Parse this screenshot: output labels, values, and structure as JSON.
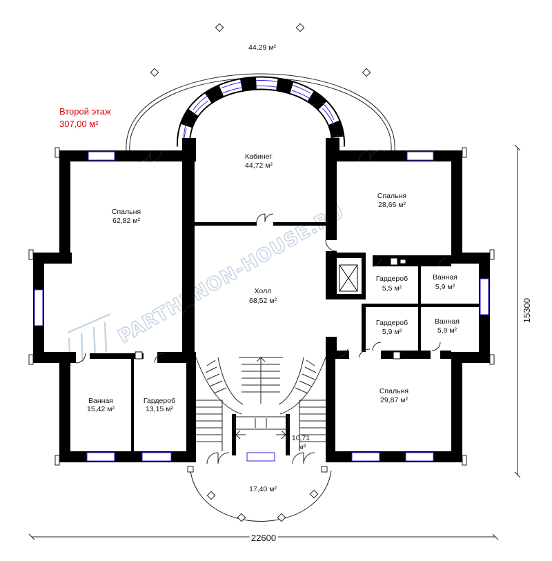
{
  "floor": {
    "title": "Второй этаж",
    "area": "307,00 м²"
  },
  "dimensions": {
    "width": "22600",
    "depth": "15300"
  },
  "watermark": "PARTHENON-HOUSE.RU",
  "rooms": [
    {
      "key": "terrace_top",
      "name": "",
      "area": "44,29 м²"
    },
    {
      "key": "cabinet",
      "name": "Кабинет",
      "area": "44,72 м²"
    },
    {
      "key": "bedroom_left",
      "name": "Спальня",
      "area": "62,82 м²"
    },
    {
      "key": "bedroom_right_top",
      "name": "Спальня",
      "area": "28,66 м²"
    },
    {
      "key": "hall",
      "name": "Холл",
      "area": "68,52 м²"
    },
    {
      "key": "wardrobe_a",
      "name": "Гардероб",
      "area": "5,5 м²"
    },
    {
      "key": "bath_a",
      "name": "Ванная",
      "area": "5,9 м²"
    },
    {
      "key": "wardrobe_b",
      "name": "Гардероб",
      "area": "5,9 м²"
    },
    {
      "key": "bath_b",
      "name": "Ванная",
      "area": "5,9 м²"
    },
    {
      "key": "bath_left",
      "name": "Ванная",
      "area": "15,42 м²"
    },
    {
      "key": "wardrobe_left",
      "name": "Гардероб",
      "area": "13,15 м²"
    },
    {
      "key": "bedroom_right_bottom",
      "name": "Спальня",
      "area": "29,87 м²"
    },
    {
      "key": "landing",
      "name": "",
      "area": "10,71 м²"
    },
    {
      "key": "terrace_bottom",
      "name": "",
      "area": "17,40 м²"
    }
  ],
  "colors": {
    "wall": "#000000",
    "window": "#3a22d8",
    "title": "#e00000"
  }
}
